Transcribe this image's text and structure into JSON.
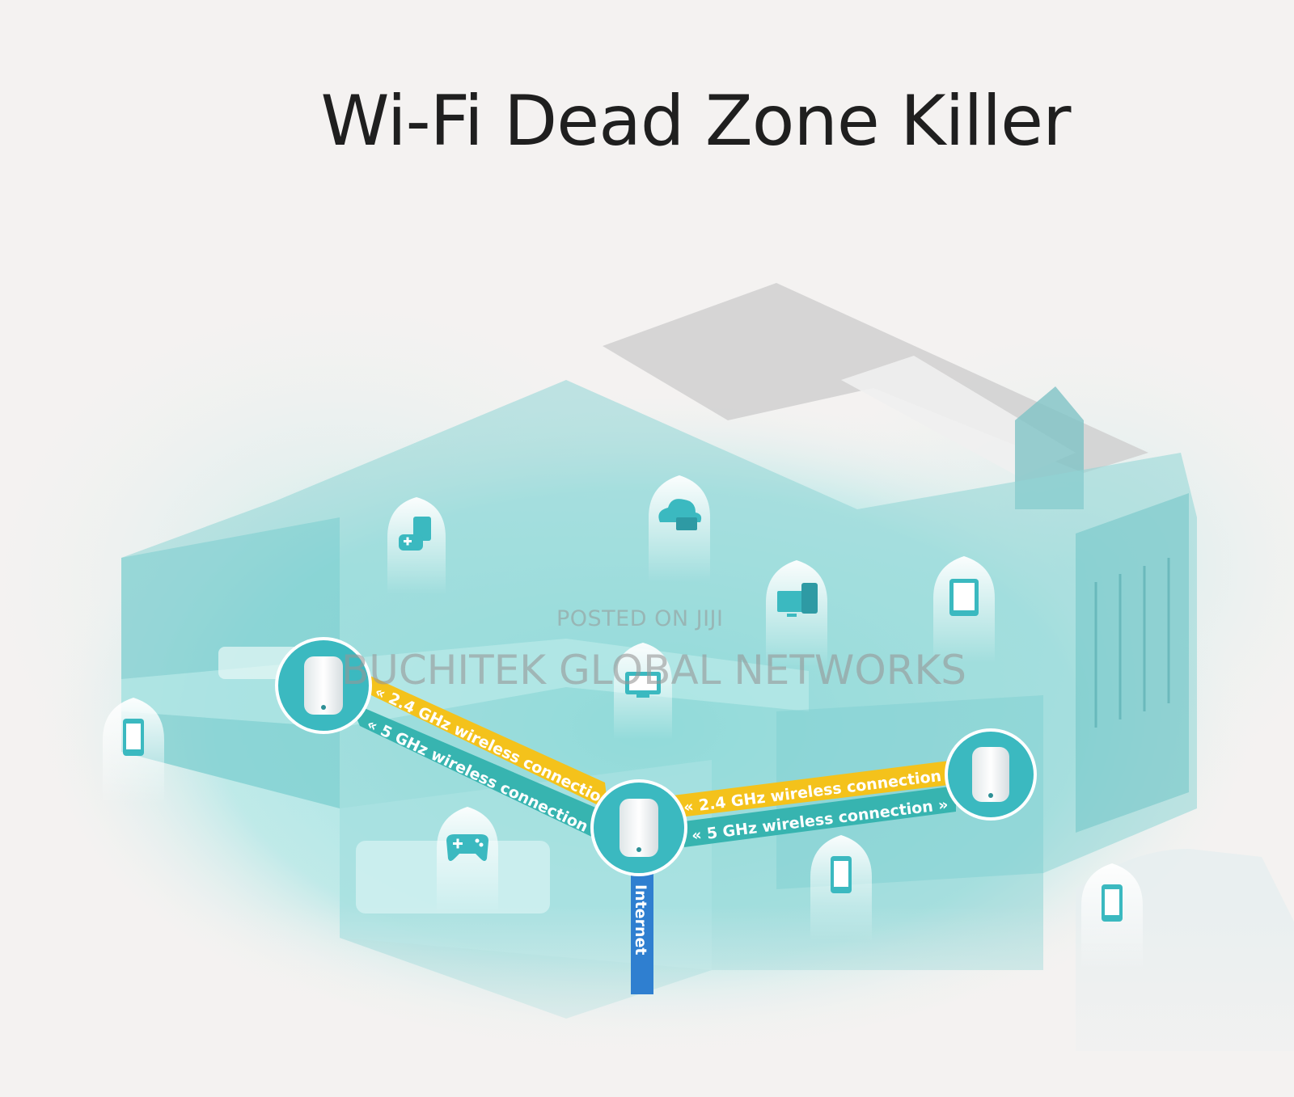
{
  "title": "Wi-Fi Dead Zone Killer",
  "links": {
    "band_24": "2.4 GHz wireless connection",
    "band_5": "5 GHz wireless connection"
  },
  "internet_label": "Internet",
  "watermark": {
    "posted": "POSTED ON JIJI",
    "seller": "BUCHITEK GLOBAL NETWORKS"
  },
  "colors": {
    "teal": "#7fd8d6",
    "teal_dark": "#3bb9c0",
    "band_24": "#f4c21b",
    "band_5": "#37b4b0",
    "internet": "#2f7fd0"
  },
  "icons": [
    "game-console-icon",
    "cloud-storage-icon",
    "computer-icon",
    "tablet-icon",
    "tv-icon",
    "smartphone-icon",
    "gamepad-icon",
    "smartphone-icon",
    "smartphone-icon"
  ]
}
